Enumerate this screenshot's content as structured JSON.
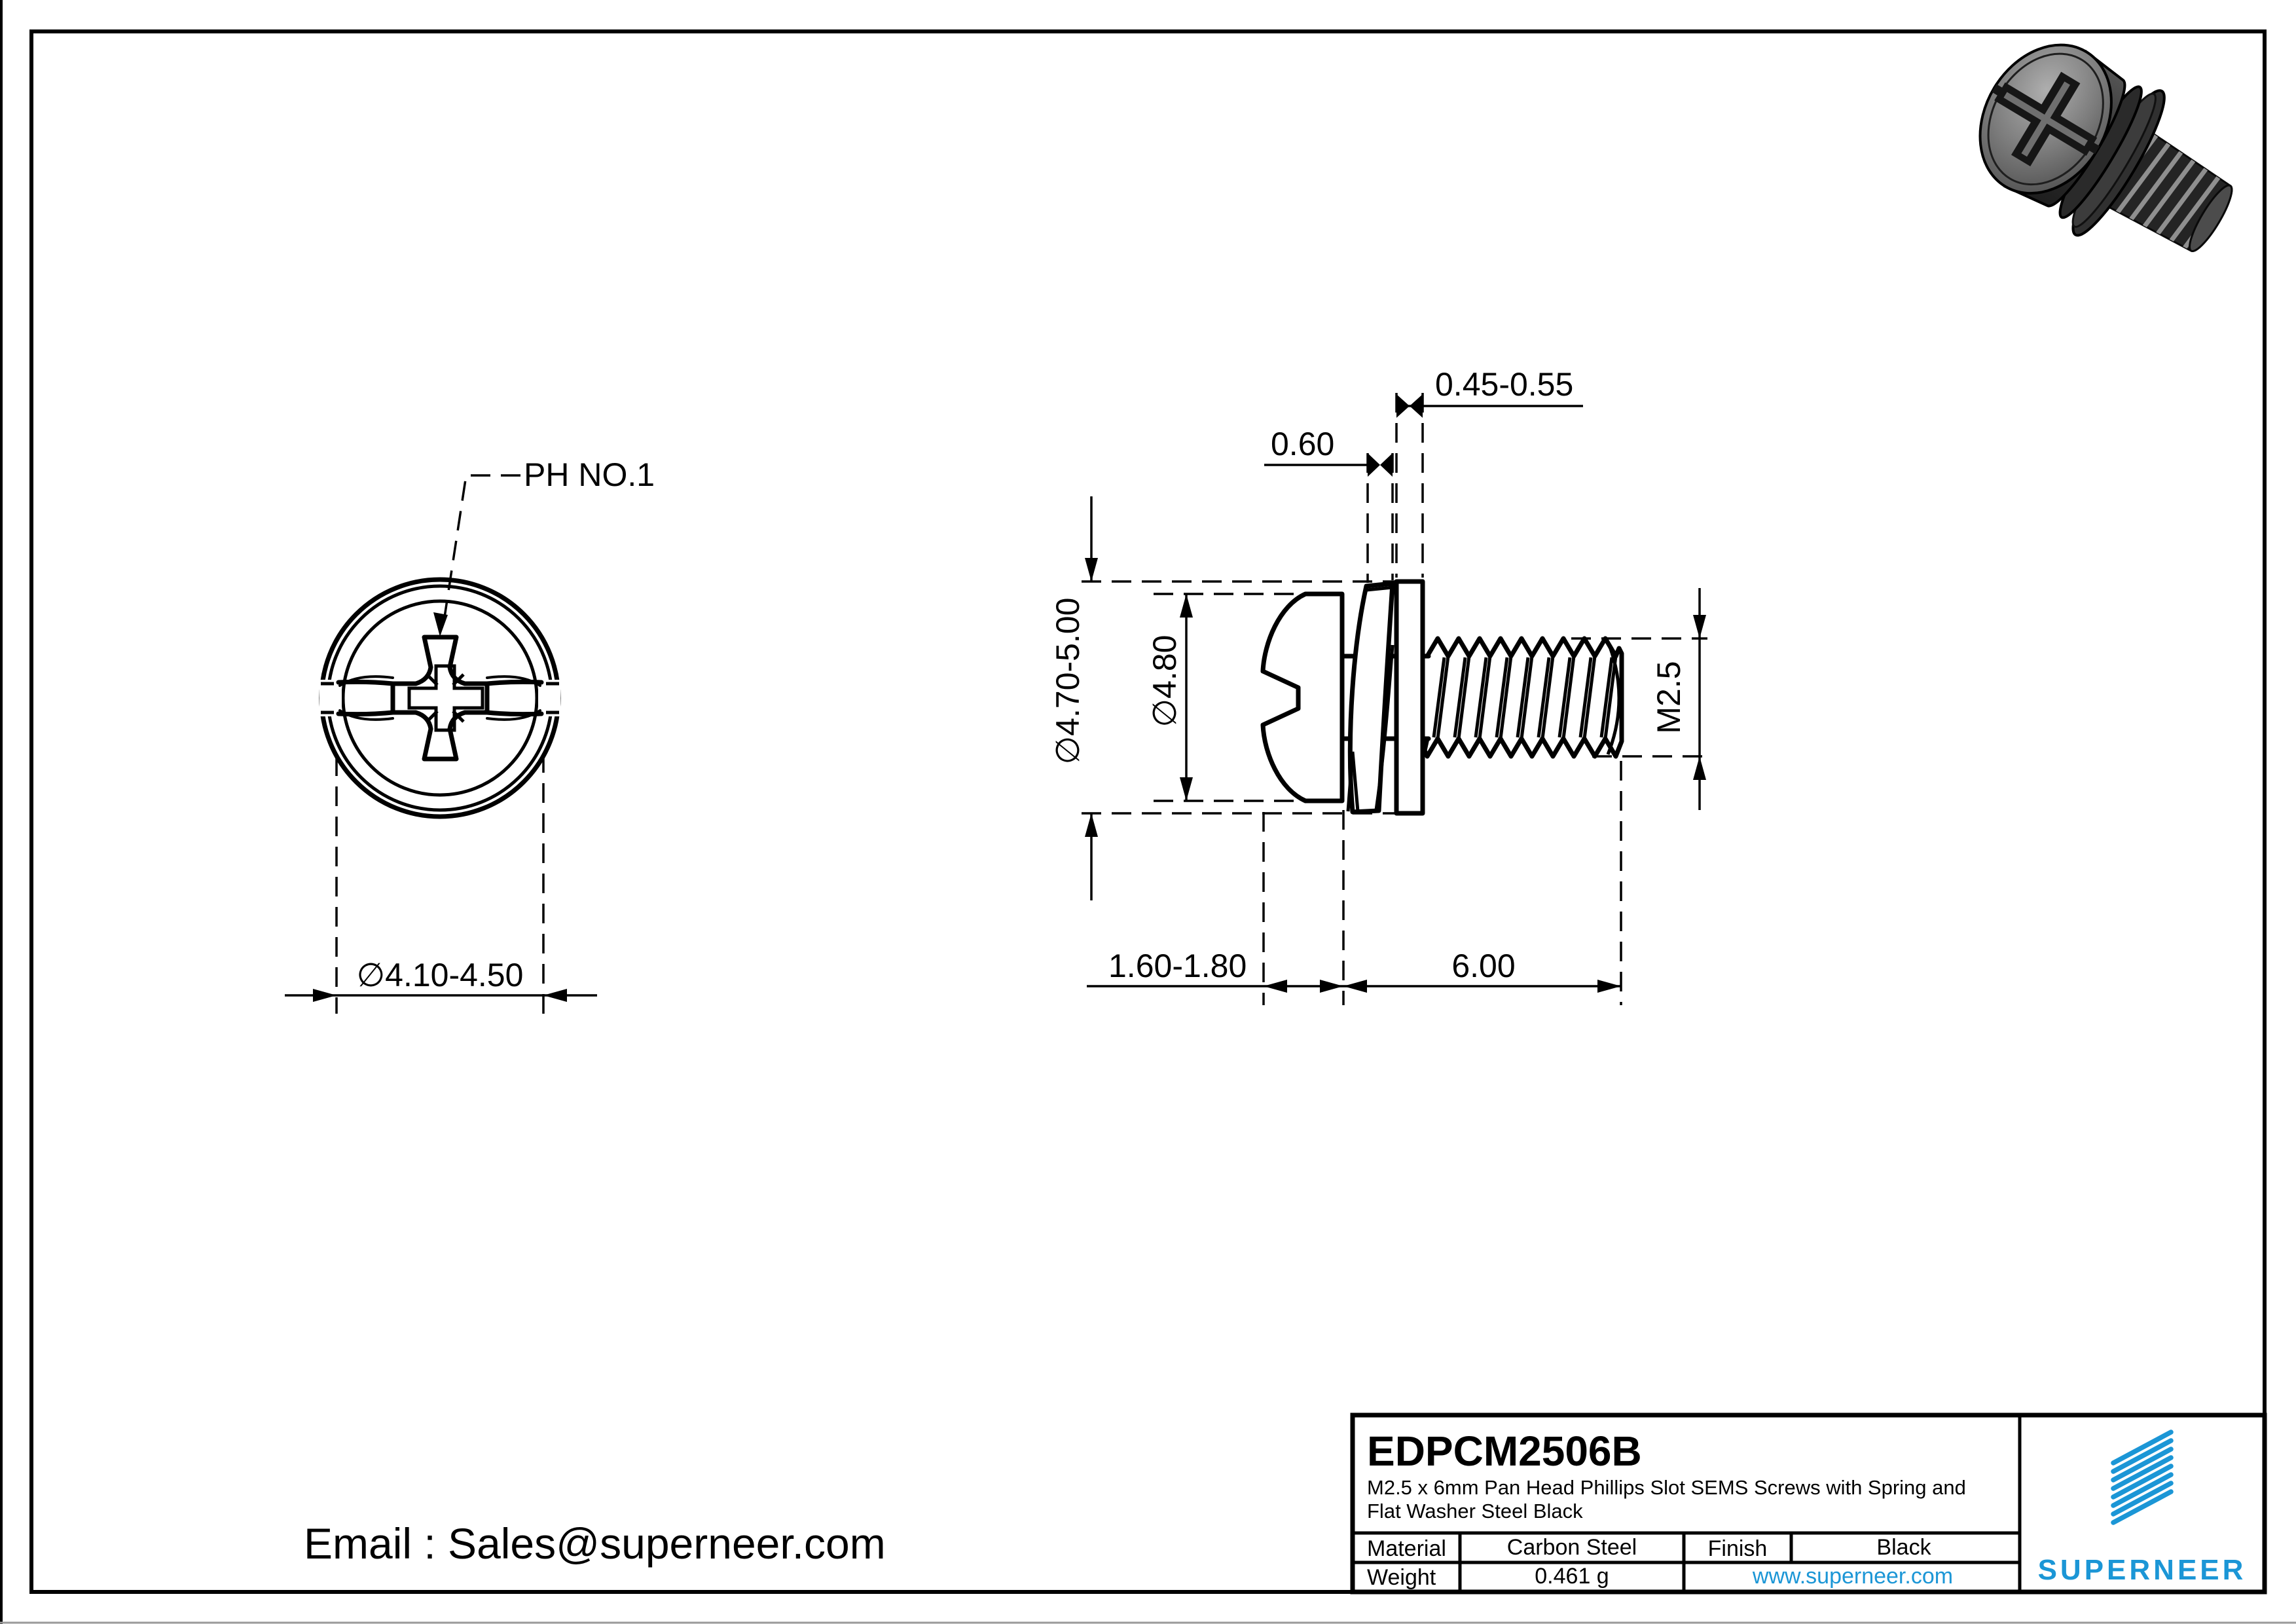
{
  "front_view": {
    "drive_label": "PH NO.1",
    "slot_diameter": "∅4.10-4.50"
  },
  "side_view": {
    "flat_washer_thickness": "0.45-0.55",
    "spring_washer_thickness": "0.60",
    "head_diameter": "∅4.70-5.00",
    "washer_diameter": "∅4.80",
    "head_height": "1.60-1.80",
    "thread_length": "6.00",
    "thread_size": "M2.5"
  },
  "title_block": {
    "part_number": "EDPCM2506B",
    "description_line1": "M2.5 x 6mm Pan Head Phillips Slot SEMS Screws with Spring and",
    "description_line2": "Flat Washer Steel Black",
    "material_label": "Material",
    "material_value": "Carbon Steel",
    "finish_label": "Finish",
    "finish_value": "Black",
    "weight_label": "Weight",
    "weight_value": "0.461 g",
    "website": "www.superneer.com",
    "brand": "SUPERNEER"
  },
  "footer": {
    "email": "Email : Sales@superneer.com"
  },
  "colors": {
    "brand_blue": "#1B96D6",
    "line_black": "#000000"
  }
}
